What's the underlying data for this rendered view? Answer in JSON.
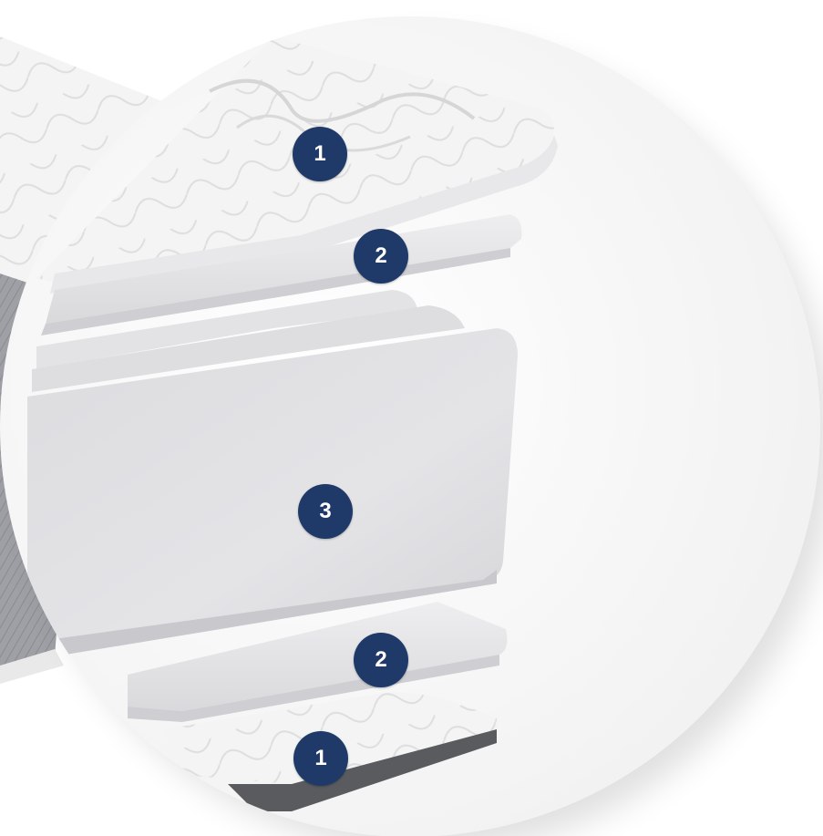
{
  "colors": {
    "badge_background": "#1f3a68",
    "badge_text": "#ffffff",
    "circle_background": "#f7f7f7",
    "layer_fill": "#e6e6e8",
    "layer_shade": "#cfcfd3",
    "quilted_top": "#f3f3f3",
    "side_fabric": "#9a9ba1"
  },
  "badges": [
    {
      "label": "1",
      "layer": "quilted-top-cover"
    },
    {
      "label": "2",
      "layer": "upper-comfort-layer"
    },
    {
      "label": "3",
      "layer": "core-block"
    },
    {
      "label": "2",
      "layer": "lower-comfort-layer"
    },
    {
      "label": "1",
      "layer": "quilted-bottom-cover"
    }
  ]
}
